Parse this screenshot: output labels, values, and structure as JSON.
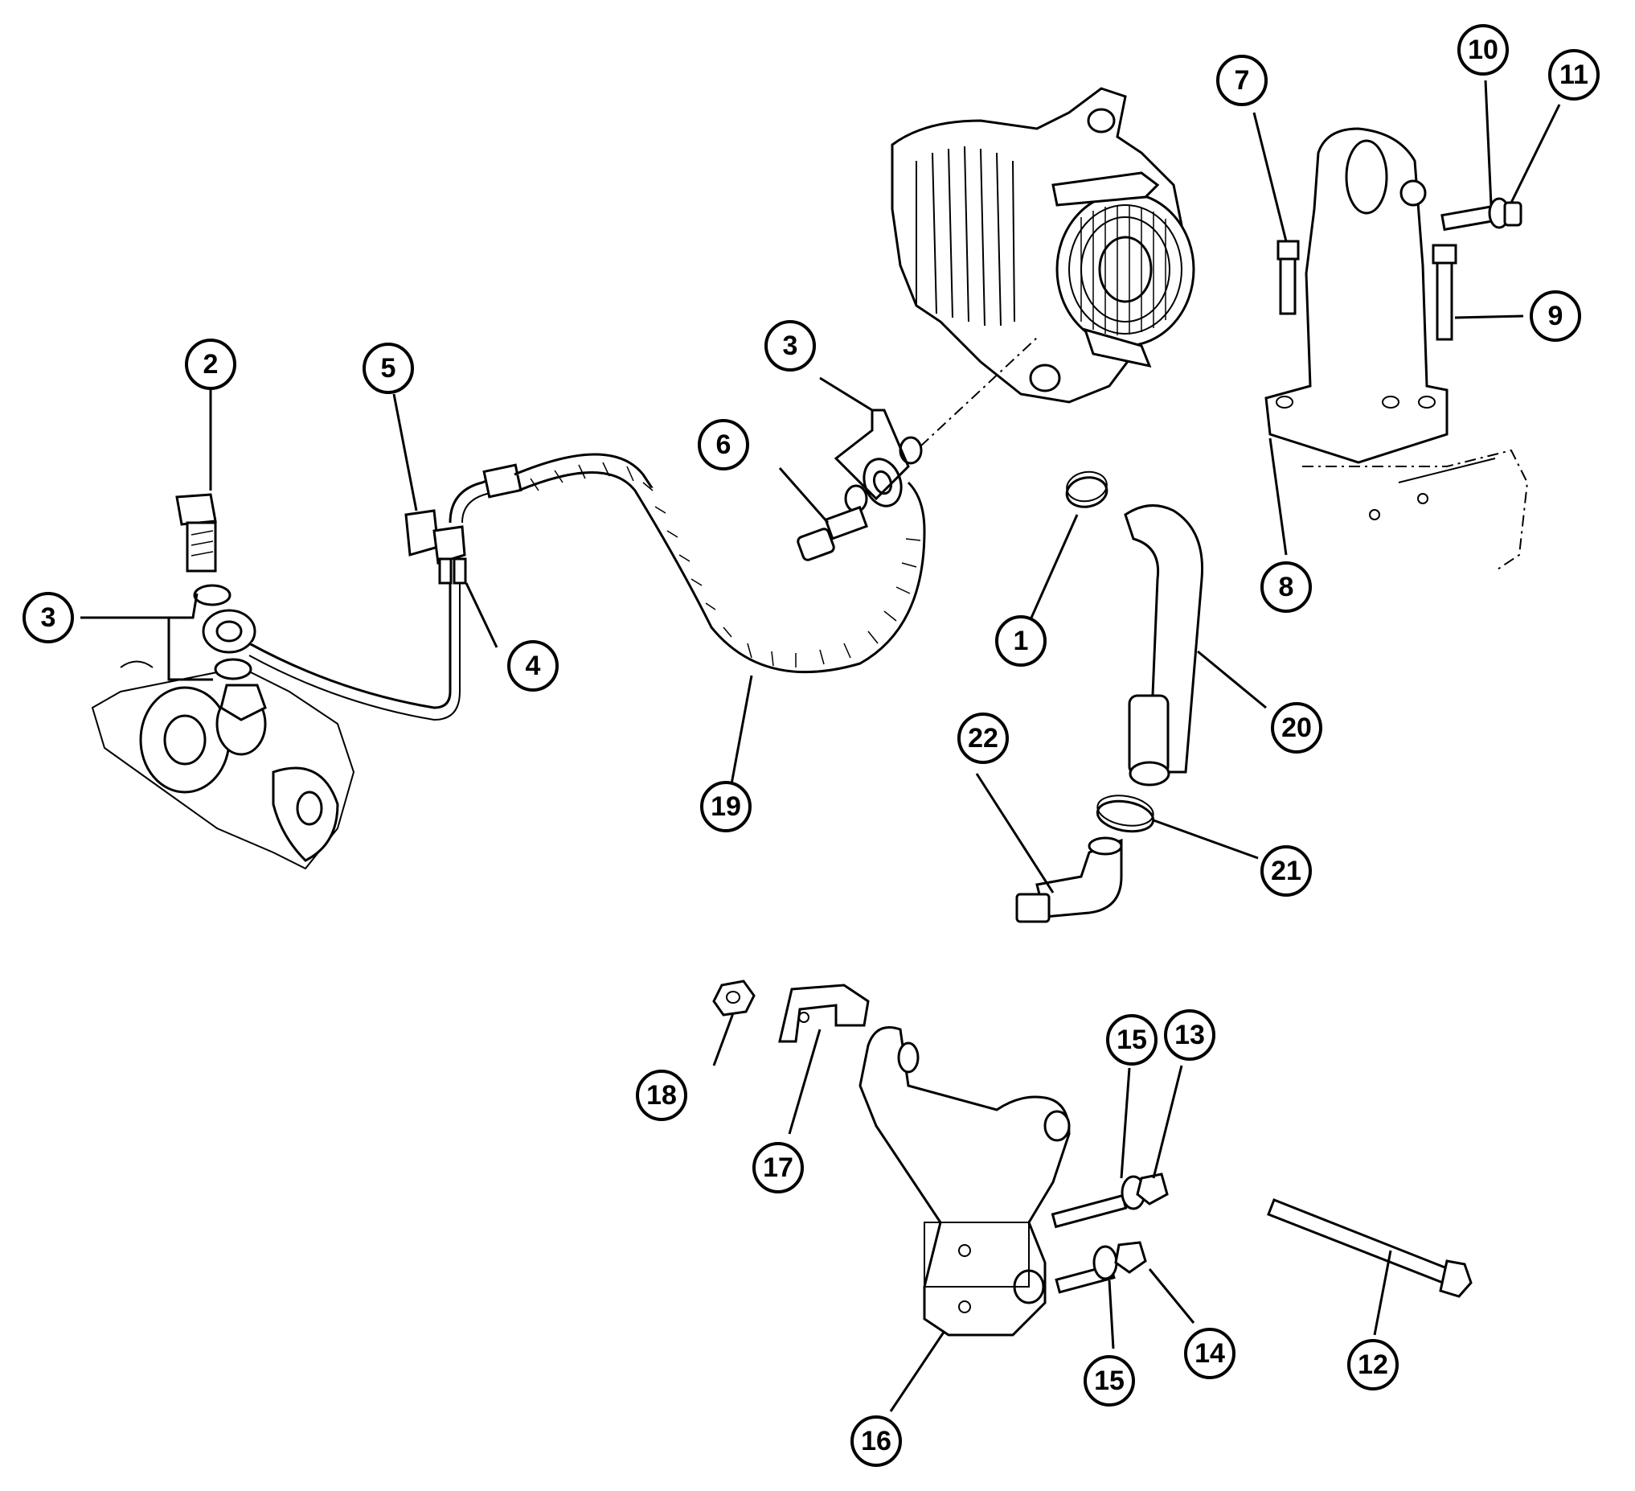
{
  "callouts": [
    {
      "id": "c1",
      "label": "1"
    },
    {
      "id": "c2",
      "label": "2"
    },
    {
      "id": "c3a",
      "label": "3"
    },
    {
      "id": "c3b",
      "label": "3"
    },
    {
      "id": "c4",
      "label": "4"
    },
    {
      "id": "c5",
      "label": "5"
    },
    {
      "id": "c6",
      "label": "6"
    },
    {
      "id": "c7",
      "label": "7"
    },
    {
      "id": "c8",
      "label": "8"
    },
    {
      "id": "c9",
      "label": "9"
    },
    {
      "id": "c10",
      "label": "10"
    },
    {
      "id": "c11",
      "label": "11"
    },
    {
      "id": "c12",
      "label": "12"
    },
    {
      "id": "c13",
      "label": "13"
    },
    {
      "id": "c14",
      "label": "14"
    },
    {
      "id": "c15a",
      "label": "15"
    },
    {
      "id": "c15b",
      "label": "15"
    },
    {
      "id": "c16",
      "label": "16"
    },
    {
      "id": "c17",
      "label": "17"
    },
    {
      "id": "c18",
      "label": "18"
    },
    {
      "id": "c19",
      "label": "19"
    },
    {
      "id": "c20",
      "label": "20"
    },
    {
      "id": "c21",
      "label": "21"
    },
    {
      "id": "c22",
      "label": "22"
    }
  ]
}
